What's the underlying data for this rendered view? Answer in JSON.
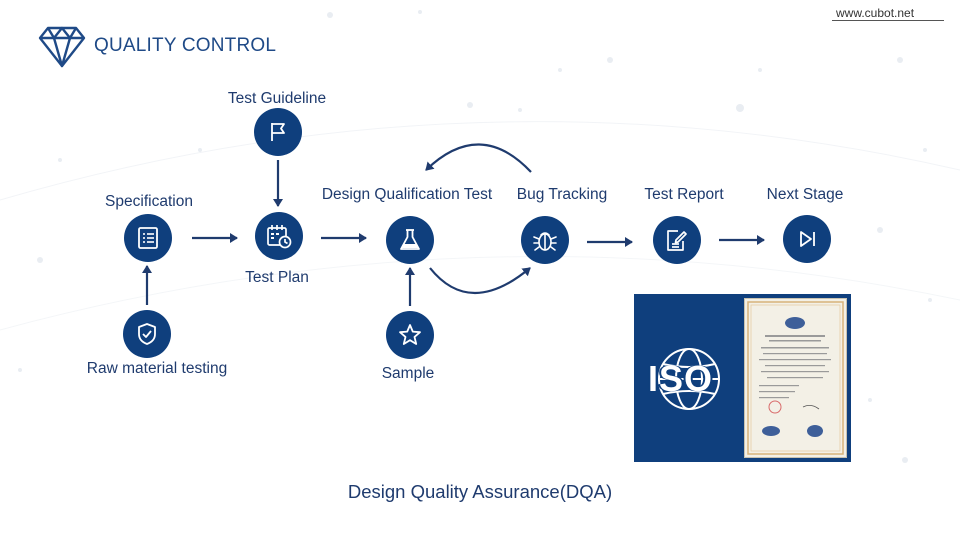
{
  "header": {
    "title": "QUALITY CONTROL",
    "url": "www.cubot.net"
  },
  "nodes": {
    "specification": "Specification",
    "test_guideline": "Test Guideline",
    "test_plan": "Test Plan",
    "design_qualification_test": "Design Qualification Test",
    "bug_tracking": "Bug Tracking",
    "test_report": "Test Report",
    "next_stage": "Next Stage",
    "raw_material_testing": "Raw material testing",
    "sample": "Sample"
  },
  "certificate": {
    "badge_text": "ISO",
    "badge_icon": "globe-icon",
    "document": "certificate-image"
  },
  "footer": {
    "caption": "Design Quality Assurance(DQA)"
  },
  "colors": {
    "primary": "#0f3f7d",
    "text": "#1f3b6e"
  }
}
